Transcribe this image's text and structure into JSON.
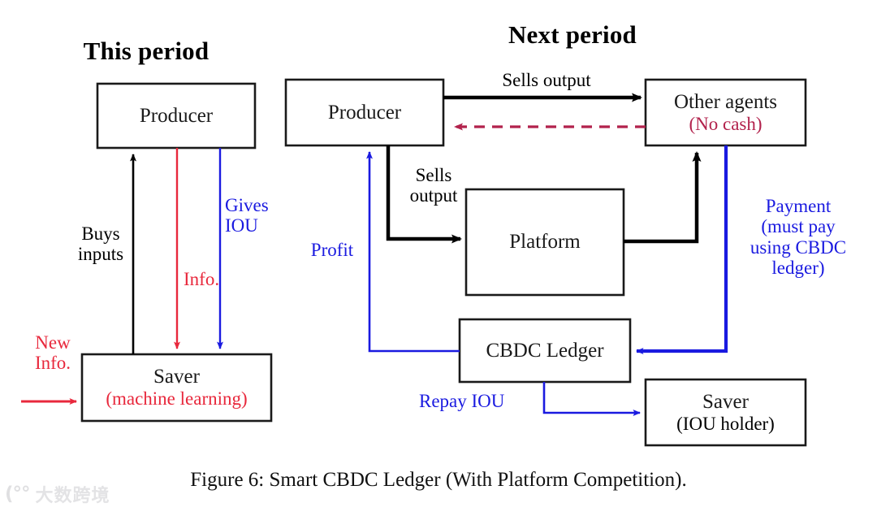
{
  "figure": {
    "caption": "Figure 6: Smart CBDC Ledger (With Platform Competition).",
    "watermark": {
      "logo": "(°°",
      "text": "大数跨境"
    }
  },
  "headers": {
    "this_period": "This period",
    "next_period": "Next period"
  },
  "colors": {
    "black": "#000000",
    "red": "#e8283c",
    "crimson": "#b2224c",
    "blue": "#1a1ae0"
  },
  "left_panel": {
    "boxes": [
      {
        "id": "producer-left",
        "line1": "Producer",
        "line2": ""
      },
      {
        "id": "saver-left",
        "line1": "Saver",
        "line2": "(machine learning)",
        "line2_color": "red"
      }
    ],
    "edges": [
      {
        "id": "buys-inputs",
        "label": "Buys\ninputs",
        "color": "black",
        "direction": "up",
        "from": "Saver",
        "to": "Producer"
      },
      {
        "id": "info",
        "label": "Info.",
        "color": "red",
        "direction": "down",
        "from": "Producer",
        "to": "Saver"
      },
      {
        "id": "gives-iou",
        "label": "Gives\nIOU",
        "color": "blue",
        "direction": "down",
        "from": "Producer",
        "to": "Saver"
      },
      {
        "id": "new-info",
        "label": "New\nInfo.",
        "color": "red",
        "direction": "right",
        "from": "",
        "to": "Saver"
      }
    ],
    "labels": {
      "buys_inputs_l1": "Buys",
      "buys_inputs_l2": "inputs",
      "info": "Info.",
      "gives_iou_l1": "Gives",
      "gives_iou_l2": "IOU",
      "new_info_l1": "New",
      "new_info_l2": "Info."
    }
  },
  "right_panel": {
    "boxes": [
      {
        "id": "producer-right",
        "line1": "Producer",
        "line2": ""
      },
      {
        "id": "other-agents",
        "line1": "Other agents",
        "line2": "(No cash)",
        "line2_color": "crimson"
      },
      {
        "id": "platform",
        "line1": "Platform",
        "line2": ""
      },
      {
        "id": "cbdc-ledger",
        "line1": "CBDC Ledger",
        "line2": ""
      },
      {
        "id": "saver-right",
        "line1": "Saver",
        "line2": "(IOU holder)"
      }
    ],
    "edges": [
      {
        "id": "sells-output-top",
        "label": "Sells output",
        "color": "black",
        "direction": "right",
        "from": "Producer",
        "to": "Other agents"
      },
      {
        "id": "dashed-return",
        "label": "",
        "color": "crimson",
        "style": "dashed",
        "direction": "left",
        "from": "Other agents",
        "to": "Producer"
      },
      {
        "id": "sells-output-platform",
        "label": "Sells\noutput",
        "color": "black",
        "direction": "right",
        "from": "Producer",
        "to": "Platform"
      },
      {
        "id": "platform-to-agents",
        "label": "",
        "color": "black",
        "direction": "up",
        "from": "Platform",
        "to": "Other agents"
      },
      {
        "id": "payment",
        "label": "Payment\n(must pay\nusing CBDC\nledger)",
        "color": "blue",
        "direction": "left",
        "from": "Other agents",
        "to": "CBDC Ledger"
      },
      {
        "id": "profit",
        "label": "Profit",
        "color": "blue",
        "direction": "up",
        "from": "CBDC Ledger",
        "to": "Producer"
      },
      {
        "id": "repay-iou",
        "label": "Repay IOU",
        "color": "blue",
        "direction": "right",
        "from": "CBDC Ledger",
        "to": "Saver"
      }
    ],
    "labels": {
      "sells_output_top": "Sells output",
      "sells_output_l1": "Sells",
      "sells_output_l2": "output",
      "profit": "Profit",
      "payment_l1": "Payment",
      "payment_l2": "(must pay",
      "payment_l3": "using CBDC",
      "payment_l4": "ledger)",
      "repay_iou": "Repay IOU"
    }
  }
}
